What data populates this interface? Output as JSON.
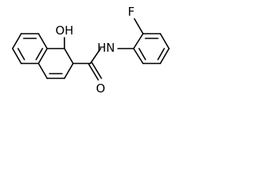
{
  "molecule": {
    "atoms": {
      "hydroxyl": "OH",
      "carbonyl_oxygen": "O",
      "amide_nitrogen": "HN",
      "fluorine": "F"
    }
  },
  "colors": {
    "bond": "#000000",
    "label": "#000000",
    "background": "#ffffff"
  }
}
